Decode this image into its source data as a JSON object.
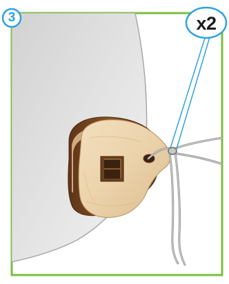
{
  "step": {
    "number": "3"
  },
  "callout": {
    "count_text": "x2"
  },
  "colors": {
    "frame_green": "#7bbd3f",
    "badge_blue": "#2ea3dc",
    "wood_light": "#e9cfa7",
    "wood_dark": "#7a4a24",
    "wall_gray": "#d9d9d9",
    "wire_gray": "#a9a9a9"
  },
  "icons": {
    "step_badge": "circle-badge",
    "count_badge": "circle-badge",
    "part": "wooden-wire-hanger",
    "wire": "hanging-wire"
  }
}
